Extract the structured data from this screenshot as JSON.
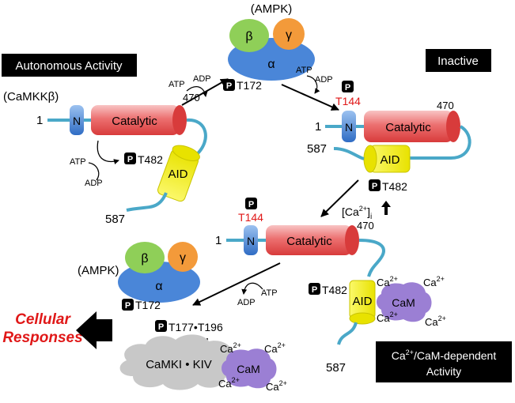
{
  "boxes": {
    "autonomous": "Autonomous Activity",
    "inactive": "Inactive",
    "camdep_line1_prefix": "Ca",
    "camdep_line1_sup": "2+",
    "camdep_line1_rest": "/CaM-dependent",
    "camdep_line2": "Activity"
  },
  "ampk": {
    "label": "(AMPK)",
    "beta": "β",
    "gamma": "γ",
    "alpha": "α",
    "t172": "T172"
  },
  "camkkb": {
    "label": "(CaMKKβ)",
    "n_term": "1",
    "n": "N",
    "catalytic": "Catalytic",
    "res470": "470",
    "aid": "AID",
    "c_term": "587",
    "t482": "T482",
    "t144": "T144"
  },
  "reaction": {
    "atp": "ATP",
    "adp": "ADP"
  },
  "ca_signal": {
    "ca": "[Ca",
    "sup": "2+",
    "close": "]",
    "sub": "i"
  },
  "cam": {
    "label": "CaM",
    "ca": "Ca",
    "sup": "2+"
  },
  "camki": {
    "label": "CaMKI • KIV",
    "t177": "T177",
    "t196": "T196"
  },
  "phospho": "P",
  "outcome": {
    "line1": "Cellular",
    "line2": "Responses"
  },
  "colors": {
    "alpha": "#4a86d8",
    "beta": "#8fcf58",
    "gamma": "#f39a3a",
    "catalytic": "#e8555a",
    "n_domain": "#3f7bd0",
    "aid": "#f6f200",
    "linker": "#4aa8c8",
    "cam": "#9b7fd4",
    "cloud": "#c8c8c8",
    "red_text": "#e01818"
  }
}
